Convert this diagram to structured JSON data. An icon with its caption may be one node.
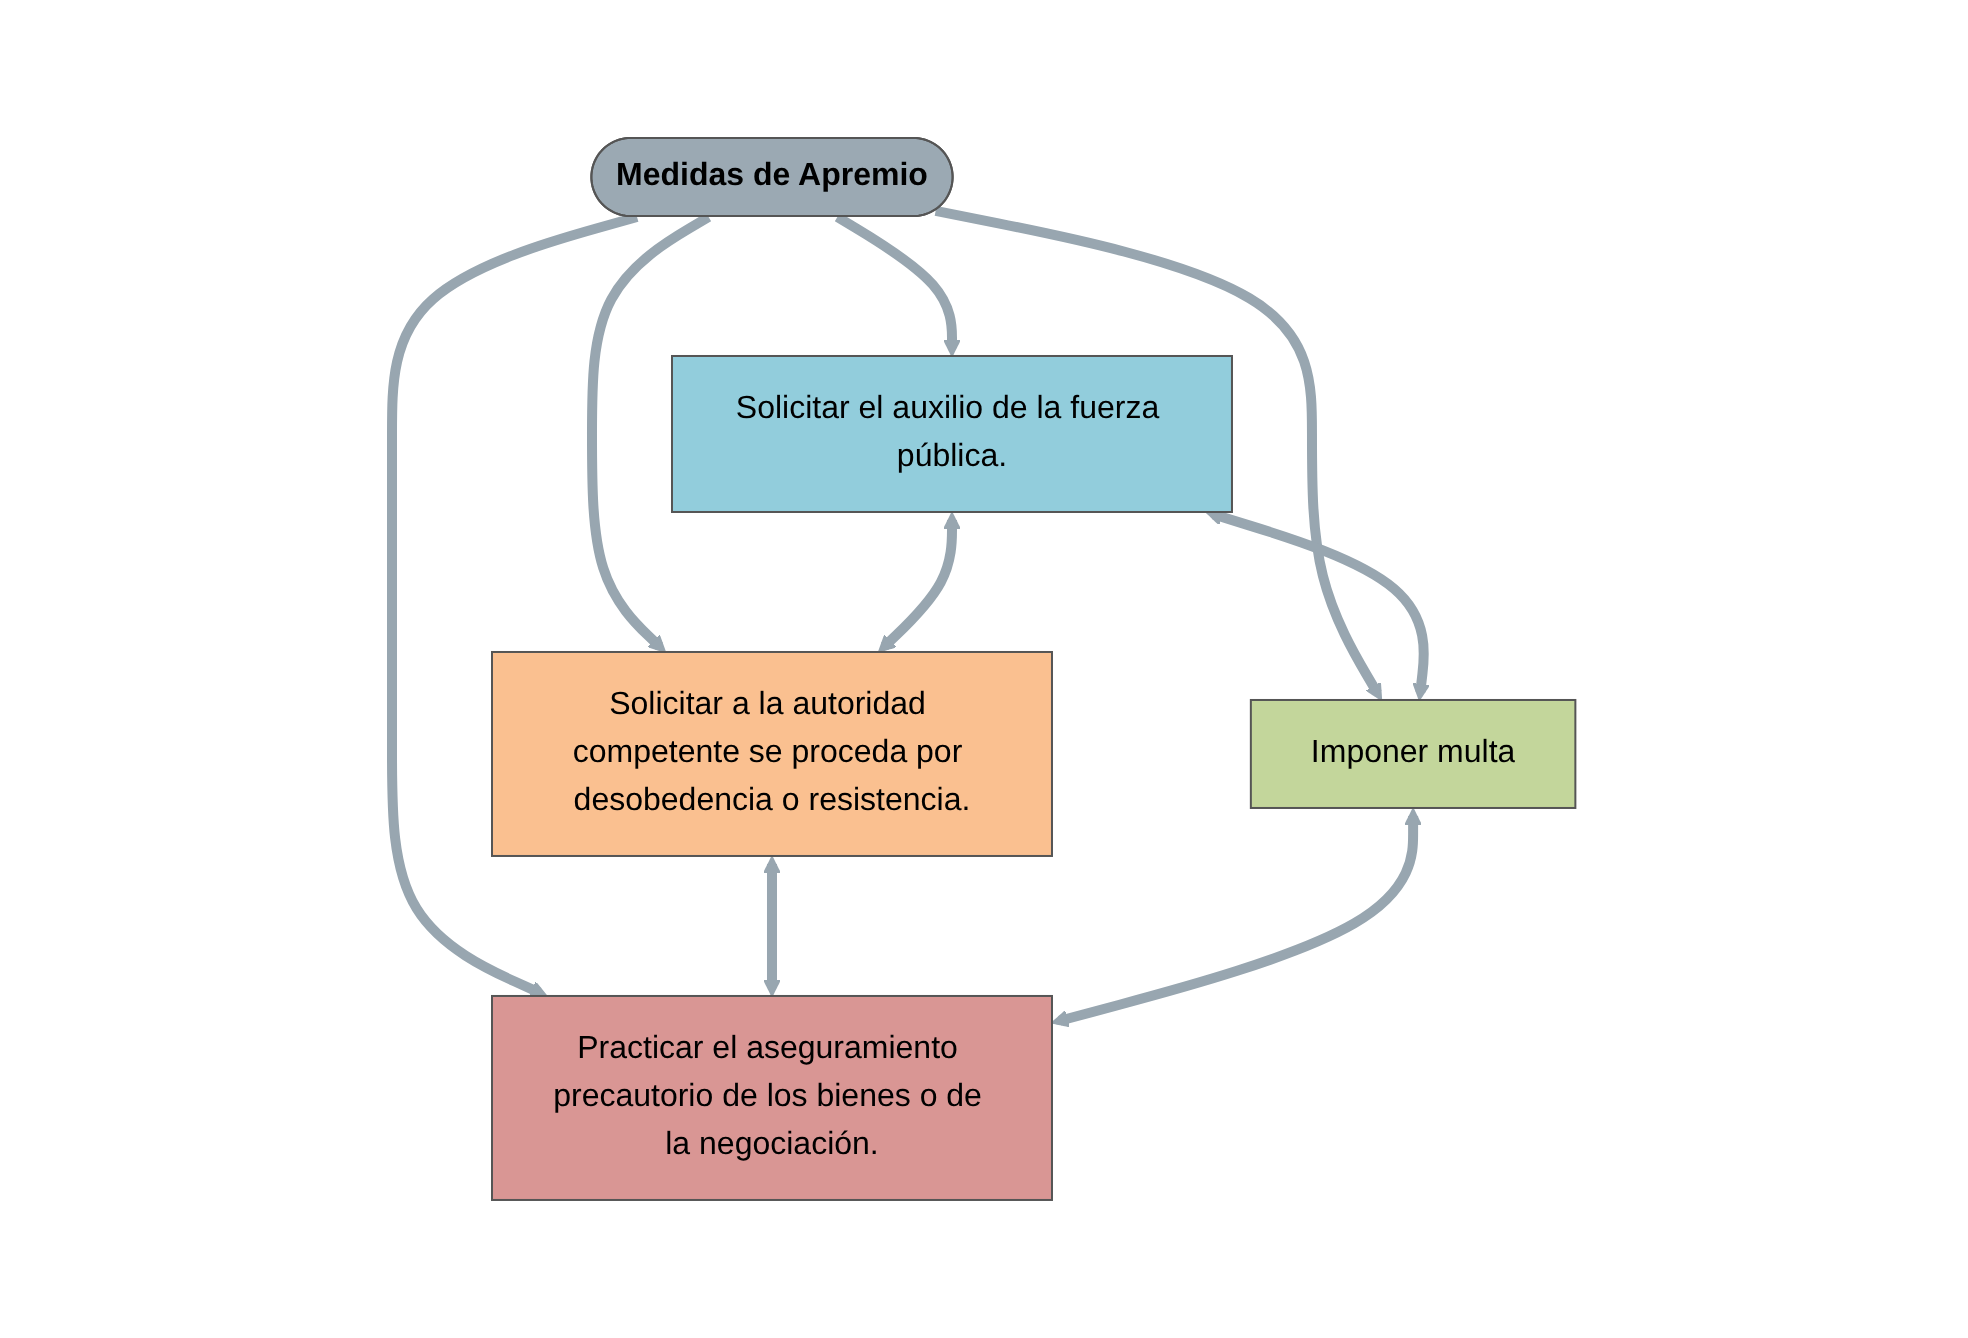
{
  "diagram": {
    "nodes": [
      {
        "text": [
          "Solicitar el auxilio de la fuerza pública."
        ]
      },
      {
        "text": [
          "Solicitar a la autoridad competente se proceda por desobedencia o resistencia."
        ]
      },
      {
        "text": [
          "Medidas de Apremio"
        ]
      },
      {
        "text": [
          "Imponer multa"
        ]
      },
      {
        "text": [
          "Practicar el aseguramiento precautorio de los bienes o de la negociación."
        ]
      }
    ],
    "edges": [
      {
        "from": 2,
        "to": 0,
        "arrow": "to"
      },
      {
        "from": 2,
        "to": 1,
        "arrow": "to"
      },
      {
        "from": 2,
        "to": 3,
        "arrow": "to"
      },
      {
        "from": 2,
        "to": 4,
        "arrow": "to"
      },
      {
        "from": 0,
        "to": 1,
        "arrow": "both"
      },
      {
        "from": 0,
        "to": 3,
        "arrow": "both"
      },
      {
        "from": 1,
        "to": 4,
        "arrow": "both"
      },
      {
        "from": 3,
        "to": 4,
        "arrow": "both"
      }
    ]
  }
}
